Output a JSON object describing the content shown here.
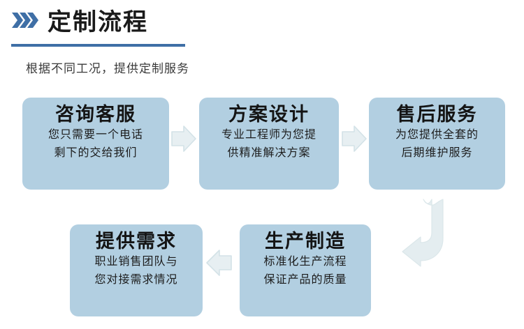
{
  "header": {
    "chevron_icon": "triple-chevron-right",
    "title": "定制流程",
    "subtitle": "根据不同工况，提供定制服务",
    "accent_color": "#3f6fa6",
    "title_color": "#1a1a1a"
  },
  "theme": {
    "card_bg": "#b2cfe1",
    "arrow_fill": "#e4edf0",
    "arrow_stroke": "#d3e2e7",
    "page_bg": "#ffffff"
  },
  "flow": {
    "steps": [
      {
        "index": "1",
        "title": "咨询客服",
        "desc_line1": "您只需要一个电话",
        "desc_line2": "剩下的交给我们"
      },
      {
        "index": "2",
        "title": "方案设计",
        "desc_line1": "专业工程师为您提",
        "desc_line2": "供精准解决方案"
      },
      {
        "index": "3",
        "title": "售后服务",
        "desc_line1": "为您提供全套的",
        "desc_line2": "后期维护服务"
      },
      {
        "index": "4",
        "title": "提供需求",
        "desc_line1": "职业销售团队与",
        "desc_line2": "您对接需求情况"
      },
      {
        "index": "5",
        "title": "生产制造",
        "desc_line1": "标准化生产流程",
        "desc_line2": "保证产品的质量"
      }
    ],
    "connectors": [
      {
        "name": "arrow-right-1",
        "direction": "right"
      },
      {
        "name": "arrow-right-2",
        "direction": "right"
      },
      {
        "name": "arrow-left-1",
        "direction": "left"
      },
      {
        "name": "arrow-u-turn",
        "direction": "down-then-left"
      }
    ]
  }
}
